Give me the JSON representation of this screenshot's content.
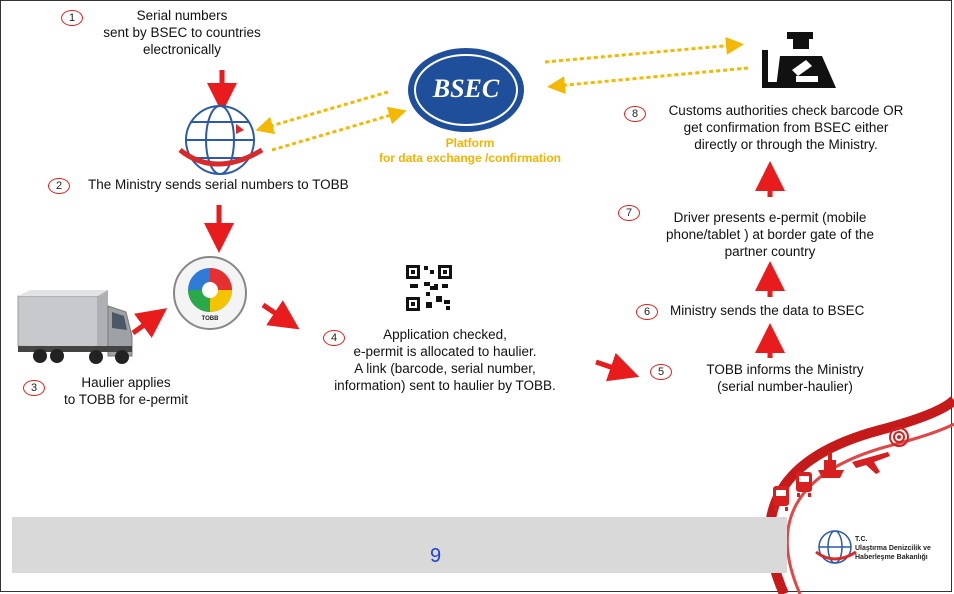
{
  "steps": [
    {
      "n": "1",
      "text": [
        "Serial numbers",
        "sent by BSEC to countries",
        "electronically"
      ]
    },
    {
      "n": "2",
      "text": [
        "The Ministry sends serial numbers to TOBB"
      ]
    },
    {
      "n": "3",
      "text": [
        "Haulier applies",
        "to TOBB for e-permit"
      ]
    },
    {
      "n": "4",
      "text": [
        "Application checked,",
        "e-permit is allocated to haulier.",
        "A link (barcode, serial number,",
        "information) sent to haulier by TOBB."
      ]
    },
    {
      "n": "5",
      "text": [
        "TOBB informs the Ministry",
        "(serial number-haulier)"
      ]
    },
    {
      "n": "6",
      "text": [
        "Ministry sends the data to BSEC"
      ]
    },
    {
      "n": "7",
      "text": [
        "Driver presents e-permit (mobile",
        "phone/tablet ) at border gate of the",
        "partner country"
      ]
    },
    {
      "n": "8",
      "text": [
        "Customs authorities check barcode OR",
        "get confirmation from BSEC either",
        "directly or through the Ministry."
      ]
    }
  ],
  "bsec_logo_text": "BSEC",
  "platform_label": [
    "Platform",
    "for data exchange /confirmation"
  ],
  "tobb_logo_text": "TOBB",
  "ministry_logo_text": [
    "T.C.",
    "Ulaştırma Denizcilik ve",
    "Haberleşme Bakanlığı"
  ],
  "page_number": "9",
  "colors": {
    "arrow_red": "#e81c1c",
    "dotted_yellow": "#f5b800",
    "bsec_blue": "#1f4e9a",
    "footer_gray": "#d9d9d9",
    "page_num_blue": "#2244cc"
  },
  "icons": [
    "truck-icon",
    "tobb-logo",
    "ministry-globe-logo",
    "bsec-logo",
    "qr-code-icon",
    "customs-officer-icon",
    "train-icon",
    "bus-icon",
    "ship-icon",
    "plane-icon",
    "radar-icon"
  ]
}
